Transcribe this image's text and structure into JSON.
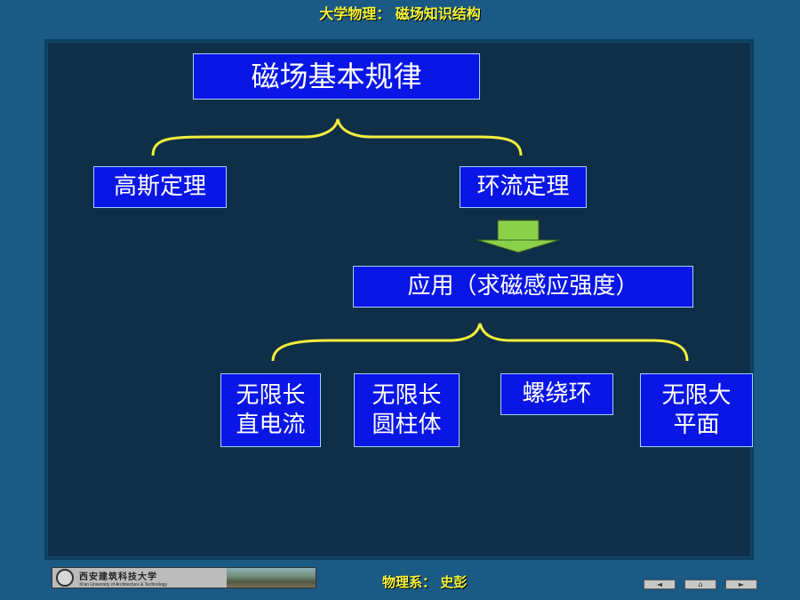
{
  "header": {
    "title": "大学物理： 磁场知识结构"
  },
  "diagram": {
    "root": "磁场基本规律",
    "gauss": "高斯定理",
    "ampere": "环流定理",
    "application": "应用（求磁感应强度）",
    "cases": [
      "无限长\n直电流",
      "无限长\n圆柱体",
      "螺绕环",
      "无限大\n平面"
    ]
  },
  "footer": {
    "university_cn": "西安建筑科技大学",
    "university_en": "Xi'an University of Architecture & Technology",
    "credit": "物理系： 史彭",
    "nav": {
      "prev_icon": "◄",
      "home_icon": "⌂",
      "next_icon": "►"
    }
  },
  "colors": {
    "background": "#1a5a84",
    "panel": "#0f2f48",
    "box_fill": "#0a16e6",
    "box_border": "#9fd3ff",
    "brace": "#f2ef3b",
    "arrow": "#8ad04a",
    "header_text": "#f7f53a"
  }
}
